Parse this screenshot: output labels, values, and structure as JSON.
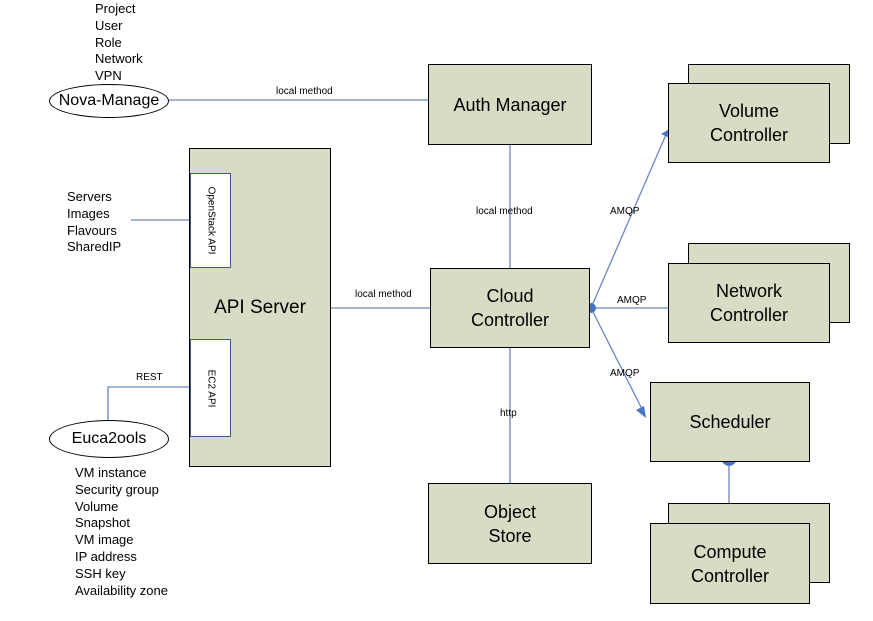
{
  "colors": {
    "box_fill": "#d8dcc4",
    "line": "#6b86c4",
    "api_border": "#3a5a9a"
  },
  "nova_manage": {
    "label": "Nova-Manage",
    "items": [
      "Project",
      "User",
      "Role",
      "Network",
      "VPN"
    ]
  },
  "openstack": {
    "items": [
      "Servers",
      "Images",
      "Flavours",
      "SharedIP"
    ],
    "api_label": "OpenStack API"
  },
  "euca2ools": {
    "label": "Euca2ools",
    "items": [
      "VM instance",
      "Security group",
      "Volume",
      "Snapshot",
      "VM image",
      "IP address",
      "SSH key",
      "Availability zone"
    ]
  },
  "api_server": {
    "label": "API Server",
    "ec2_label": "EC2 API"
  },
  "auth_manager": {
    "label": "Auth Manager"
  },
  "cloud_controller": {
    "line1": "Cloud",
    "line2": "Controller"
  },
  "object_store": {
    "line1": "Object",
    "line2": "Store"
  },
  "volume_controller": {
    "line1": "Volume",
    "line2": "Controller"
  },
  "network_controller": {
    "line1": "Network",
    "line2": "Controller"
  },
  "scheduler": {
    "label": "Scheduler"
  },
  "compute_controller": {
    "line1": "Compute",
    "line2": "Controller"
  },
  "edges": {
    "nova_auth": "local method",
    "auth_cloud": "local method",
    "api_cloud": "local method",
    "rest": "REST",
    "http": "http",
    "amqp_volume": "AMQP",
    "amqp_network": "AMQP",
    "amqp_scheduler": "AMQP"
  }
}
